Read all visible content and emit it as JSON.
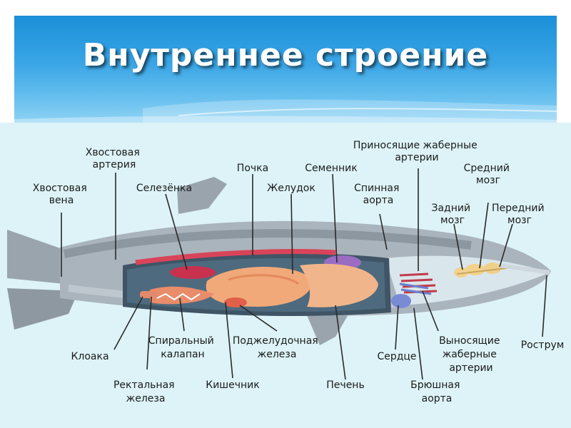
{
  "title": "Внутреннее строение",
  "colors": {
    "header_top": "#1a8fd8",
    "header_bottom": "#8fd3f4",
    "panel_bg": "#ddf3f7",
    "shark_body": "#a9b3bb",
    "shark_dark": "#8a949d"
  },
  "labels": {
    "tail_artery": [
      "Хвостовая",
      "артерия"
    ],
    "tail_vein": [
      "Хвостовая",
      "вена"
    ],
    "spleen": [
      "Селезёнка"
    ],
    "kidney": [
      "Почка"
    ],
    "stomach": [
      "Желудок"
    ],
    "testis": [
      "Семенник"
    ],
    "afferent_gill": [
      "Приносящие жаберные",
      "артерии"
    ],
    "dorsal_aorta": [
      "Спинная",
      "аорта"
    ],
    "midbrain": [
      "Средний",
      "мозг"
    ],
    "hindbrain": [
      "Задний",
      "мозг"
    ],
    "forebrain": [
      "Передний",
      "мозг"
    ],
    "cloaca": [
      "Клоака"
    ],
    "spiral_valve": [
      "Спиральный",
      "калапан"
    ],
    "pancreas": [
      "Поджелудочная",
      "железа"
    ],
    "heart": [
      "Сердце"
    ],
    "efferent_gill": [
      "Выносящие",
      "жаберные",
      "артерии"
    ],
    "rostrum": [
      "Рострум"
    ],
    "rectal_gland": [
      "Ректальная",
      "железа"
    ],
    "intestine": [
      "Кишечник"
    ],
    "liver": [
      "Печень"
    ],
    "ventral_aorta": [
      "Брюшная",
      "аорта"
    ]
  }
}
